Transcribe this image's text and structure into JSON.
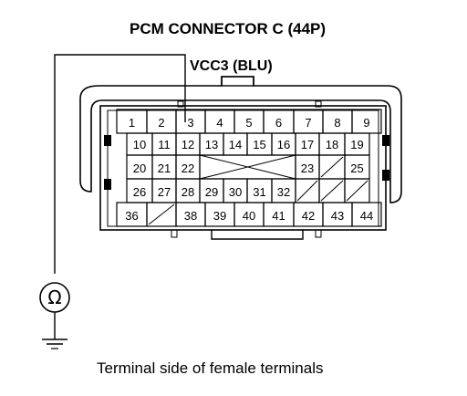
{
  "title": "PCM CONNECTOR C (44P)",
  "probe_label": "VCC3 (BLU)",
  "caption": "Terminal side of female terminals",
  "meter_symbol": "Ω",
  "icons": [
    "ohmmeter-icon",
    "ground-icon"
  ],
  "probe_terminal": "3",
  "rows": [
    [
      "1",
      "2",
      "3",
      "4",
      "5",
      "6",
      "7",
      "8",
      "9"
    ],
    [
      "10",
      "11",
      "12",
      "13",
      "14",
      "15",
      "16",
      "17",
      "18",
      "19"
    ],
    [
      "20",
      "21",
      "22",
      "",
      "",
      "",
      "",
      "23",
      "",
      "25"
    ],
    [
      "26",
      "27",
      "28",
      "29",
      "30",
      "31",
      "32",
      "",
      "",
      ""
    ],
    [
      "36",
      "",
      "38",
      "39",
      "40",
      "41",
      "42",
      "43",
      "44"
    ]
  ]
}
